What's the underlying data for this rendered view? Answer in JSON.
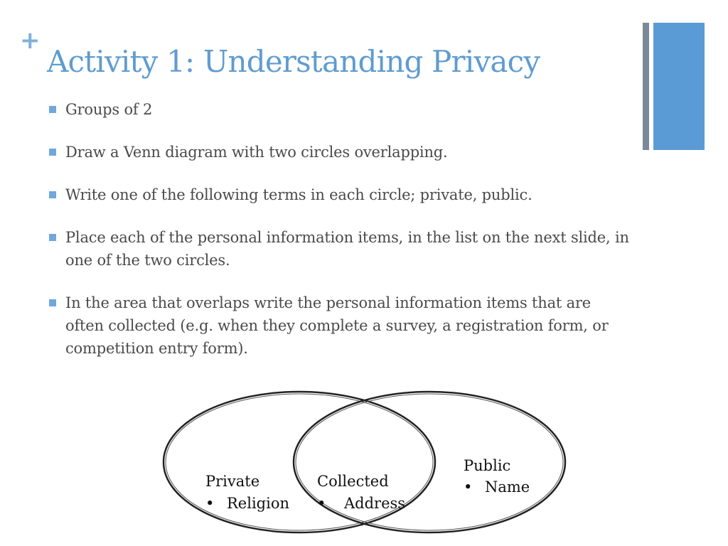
{
  "slide": {
    "plus_symbol": "+",
    "title": "Activity 1: Understanding Privacy",
    "bullets": [
      "Groups of 2",
      "Draw a Venn diagram with two circles overlapping.",
      "Write one of the following terms in each circle; private, public.",
      "Place each of the personal information items, in the list on the next slide, in one of the two circles.",
      "In the area that overlaps write the personal information items that are often collected (e.g. when they complete a survey, a registration form, or competition entry form)."
    ]
  },
  "venn": {
    "left_label": "Private",
    "left_items": [
      "Religion"
    ],
    "center_label": "Collected",
    "center_items": [
      "Address"
    ],
    "right_label": "Public",
    "right_items": [
      "Name"
    ],
    "bullet_char": "•"
  },
  "colors": {
    "title": "#5f9ccf",
    "accent": "#5b9bd5",
    "accent_gray": "#7a8a99",
    "body_text": "#4a4a4a"
  }
}
